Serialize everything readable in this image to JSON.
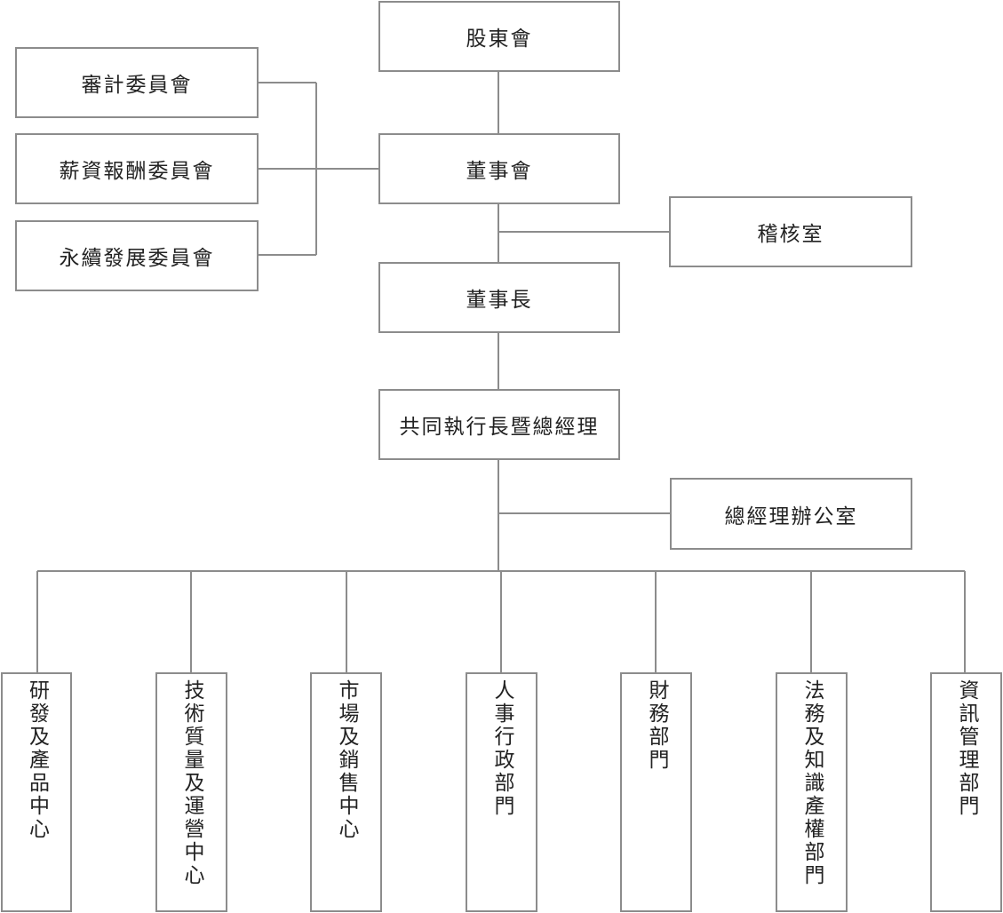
{
  "org_chart": {
    "shareholders": "股東會",
    "board": "董事會",
    "chairman": "董事長",
    "ceo": "共同執行長暨總經理",
    "audit_office": "稽核室",
    "gm_office": "總經理辦公室",
    "committees": [
      "審計委員會",
      "薪資報酬委員會",
      "永續發展委員會"
    ],
    "departments": [
      "研發及產品中心",
      "技術質量及運營中心",
      "市場及銷售中心",
      "人事行政部門",
      "財務部門",
      "法務及知識產權部門",
      "資訊管理部門"
    ]
  },
  "colors": {
    "line": "#8c8c8c",
    "text": "#222222",
    "box_fill": "#ffffff"
  }
}
